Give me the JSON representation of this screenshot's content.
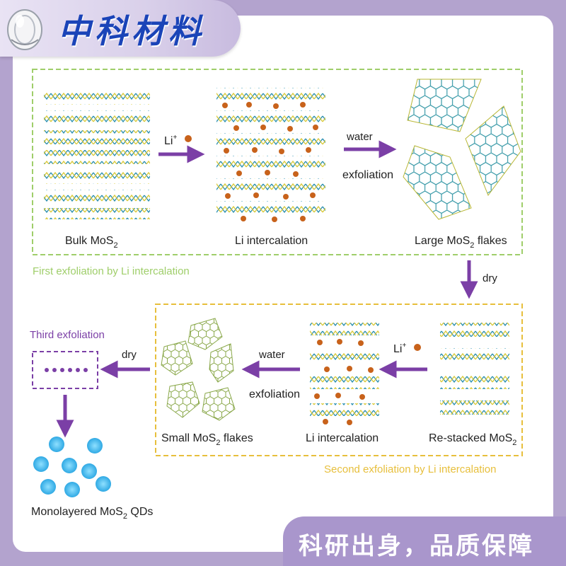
{
  "brand": {
    "name": "中科材料",
    "logo_icon": "capsule-logo-icon"
  },
  "footer": {
    "slogan": "科研出身，品质保障"
  },
  "diagram": {
    "stage1": {
      "caption": "First exfoliation by Li intercalation",
      "bulk_label": "Bulk MoS",
      "bulk_sub": "2",
      "li_label": "Li",
      "li_sup": "+",
      "intercalation_label": "Li intercalation",
      "water_label": "water",
      "exfoliation_label": "exfoliation",
      "large_label": "Large MoS",
      "large_sub": "2",
      "large_suffix": " flakes"
    },
    "dry_top_label": "dry",
    "stage2": {
      "caption": "Second exfoliation by Li intercalation",
      "restacked_label": "Re-stacked MoS",
      "restacked_sub": "2",
      "li_label": "Li",
      "li_sup": "+",
      "intercalation_label": "Li intercalation",
      "water_label": "water",
      "exfoliation_label": "exfoliation",
      "small_label": "Small MoS",
      "small_sub": "2",
      "small_suffix": " flakes"
    },
    "stage3": {
      "caption": "Third exfoliation",
      "dry_label": "dry",
      "qd_label": "Monolayered MoS",
      "qd_sub": "2",
      "qd_suffix": " QDs"
    },
    "colors": {
      "arrow": "#7b3fa6",
      "green_box": "#9fce6a",
      "yellow_box": "#e7bf3c",
      "layer_yellow": "#c8c23a",
      "layer_teal": "#2b8fb0",
      "li_ion": "#c8621b",
      "hex_yellow": "#b9b735",
      "hex_teal": "#3a9aa8",
      "qd_blue": "#3fb6ea"
    }
  }
}
